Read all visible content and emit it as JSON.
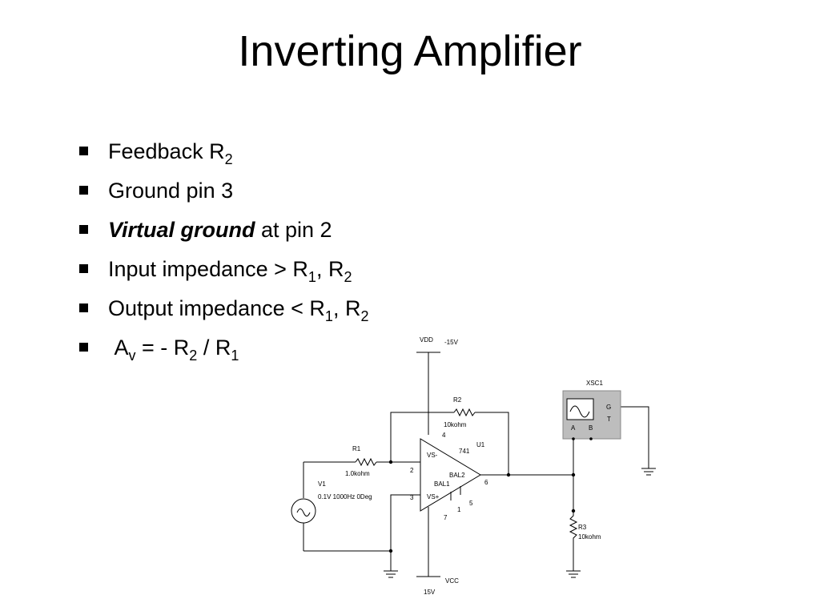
{
  "slide": {
    "title": "Inverting Amplifier",
    "bullets": {
      "b1": {
        "text": "Feedback R",
        "sub": "2"
      },
      "b2": {
        "text": "Ground pin 3"
      },
      "b3": {
        "em": "Virtual ground",
        "rest": " at pin 2"
      },
      "b4": {
        "text1": "Input impedance > R",
        "sub1": "1",
        "text2": ", R",
        "sub2": "2"
      },
      "b5": {
        "text1": "Output impedance < R",
        "sub1": "1",
        "text2": ", R",
        "sub2": "2"
      },
      "b6": {
        "a": "A",
        "sub_v": "v",
        "mid": " = - R",
        "sub2": "2",
        "slash": " / R",
        "sub1": "1"
      }
    }
  },
  "circuit": {
    "vdd_label": "VDD",
    "vdd_value": "-15V",
    "vcc_label": "VCC",
    "vcc_value": "15V",
    "r1_name": "R1",
    "r1_value": "1.0kohm",
    "r2_name": "R2",
    "r2_value": "10kohm",
    "r3_name": "R3",
    "r3_value": "10kohm",
    "v1_name": "V1",
    "v1_value": "0.1V 1000Hz 0Deg",
    "opamp_ref": "U1",
    "opamp_part": "741",
    "pin_vs_minus": "VS-",
    "pin_vs_plus": "VS+",
    "pin_bal1": "BAL1",
    "pin_bal2": "BAL2",
    "pin_2": "2",
    "pin_3": "3",
    "pin_4": "4",
    "pin_6": "6",
    "pin_7": "7",
    "pin_1": "1",
    "pin_5": "5",
    "scope_name": "XSC1",
    "scope_a": "A",
    "scope_b": "B",
    "scope_g": "G",
    "scope_t": "T"
  }
}
